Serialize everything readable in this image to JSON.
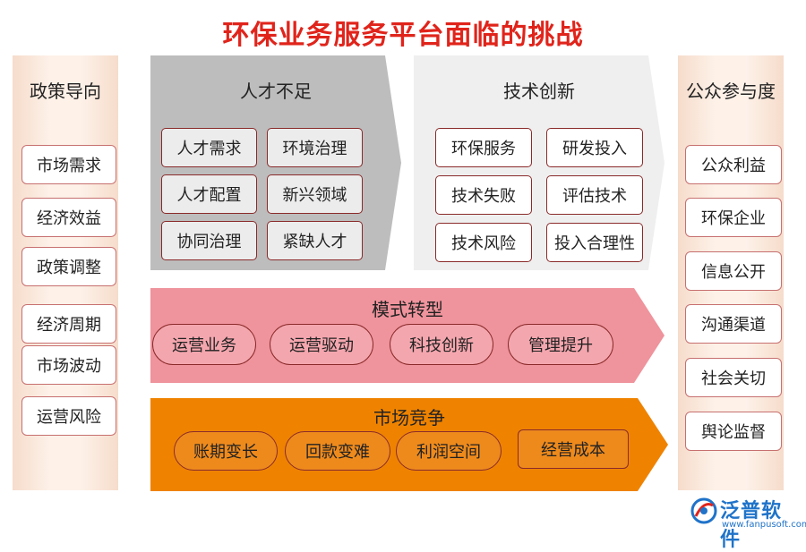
{
  "title": "环保业务服务平台面临的挑战",
  "left": {
    "heading": "政策导向",
    "items": [
      "市场需求",
      "经济效益",
      "政策调整",
      "经济周期",
      "市场波动",
      "运营风险"
    ]
  },
  "right": {
    "heading": "公众参与度",
    "items": [
      "公众利益",
      "环保企业",
      "信息公开",
      "沟通渠道",
      "社会关切",
      "舆论监督"
    ]
  },
  "talent": {
    "heading": "人才不足",
    "items": [
      "人才需求",
      "环境治理",
      "人才配置",
      "新兴领域",
      "协同治理",
      "紧缺人才"
    ]
  },
  "tech": {
    "heading": "技术创新",
    "items": [
      "环保服务",
      "研发投入",
      "技术失败",
      "评估技术",
      "技术风险",
      "投入合理性"
    ]
  },
  "model": {
    "heading": "模式转型",
    "items": [
      "运营业务",
      "运营驱动",
      "科技创新",
      "管理提升"
    ]
  },
  "market": {
    "heading": "市场竞争",
    "items": [
      "账期变长",
      "回款变难",
      "利润空间",
      "经营成本"
    ]
  },
  "logo": {
    "name": "泛普软件",
    "url": "www.fanpusoft.com"
  },
  "colors": {
    "title": "#e0241b",
    "talent_panel": "#bdbdbd",
    "tech_panel": "#efefef",
    "model_panel": "#ef939c",
    "market_panel": "#ef8300",
    "side_panel": "#fbe9dd"
  }
}
